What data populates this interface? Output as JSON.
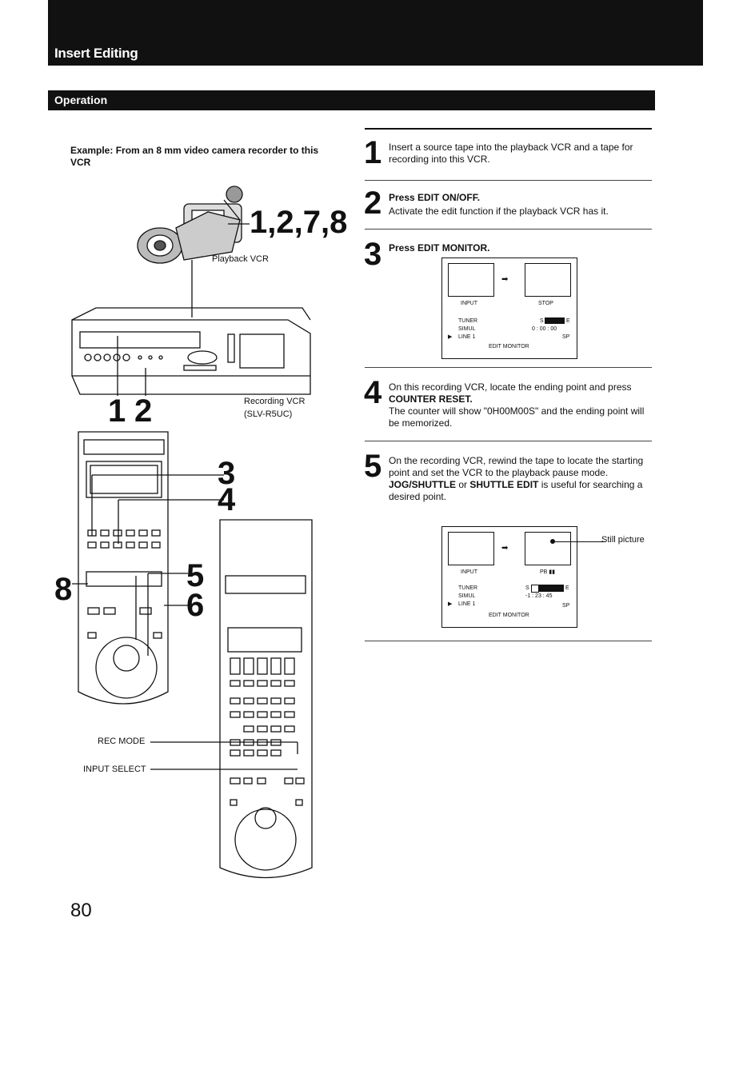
{
  "header": {
    "title": "Insert Editing",
    "section": "Operation"
  },
  "example": {
    "text": "Example: From an 8 mm video camera recorder to this VCR"
  },
  "illustration": {
    "callout_top": "1,2,7,8",
    "playback_label": "Playback VCR",
    "recording_label": "Recording VCR",
    "recording_model": "(SLV-R5UC)",
    "num_1": "1",
    "num_2": "2",
    "num_3": "3",
    "num_4": "4",
    "num_5": "5",
    "num_6": "6",
    "num_8": "8",
    "rec_mode": "REC MODE",
    "input_select": "INPUT SELECT"
  },
  "steps": [
    {
      "num": "1",
      "text": "Insert a source tape into the playback VCR and a tape for recording into this VCR."
    },
    {
      "num": "2",
      "bold": "Press EDIT ON/OFF.",
      "text": "Activate the edit function if the playback VCR has it."
    },
    {
      "num": "3",
      "bold": "Press EDIT MONITOR."
    },
    {
      "num": "4",
      "pre": "On this recording VCR, locate the ending point and press ",
      "bold": "COUNTER RESET.",
      "text": "The counter will show \"0H00M00S\" and the ending point will be memorized."
    },
    {
      "num": "5",
      "pre": "On the recording VCR, rewind the tape to locate the starting point and set the VCR to the playback pause mode.",
      "bold": "JOG/SHUTTLE",
      "mid": " or ",
      "bold2": "SHUTTLE EDIT",
      "text": " is useful for searching a desired point."
    }
  ],
  "screen1": {
    "left_label": "INPUT",
    "right_label": "STOP",
    "tuner": "TUNER",
    "simul": "SIMUL",
    "line1": "LINE 1",
    "s": "S",
    "e": "E",
    "counter": "0 : 00 : 00",
    "sp": "SP",
    "footer": "EDIT MONITOR"
  },
  "screen2": {
    "left_label": "INPUT",
    "right_label": "PB ▮▮",
    "tuner": "TUNER",
    "simul": "SIMUL",
    "line1": "LINE 1",
    "s": "S",
    "e": "E",
    "counter": "-1 : 23 : 45",
    "sp": "SP",
    "footer": "EDIT MONITOR",
    "callout": "Still picture"
  },
  "page_number": "80"
}
